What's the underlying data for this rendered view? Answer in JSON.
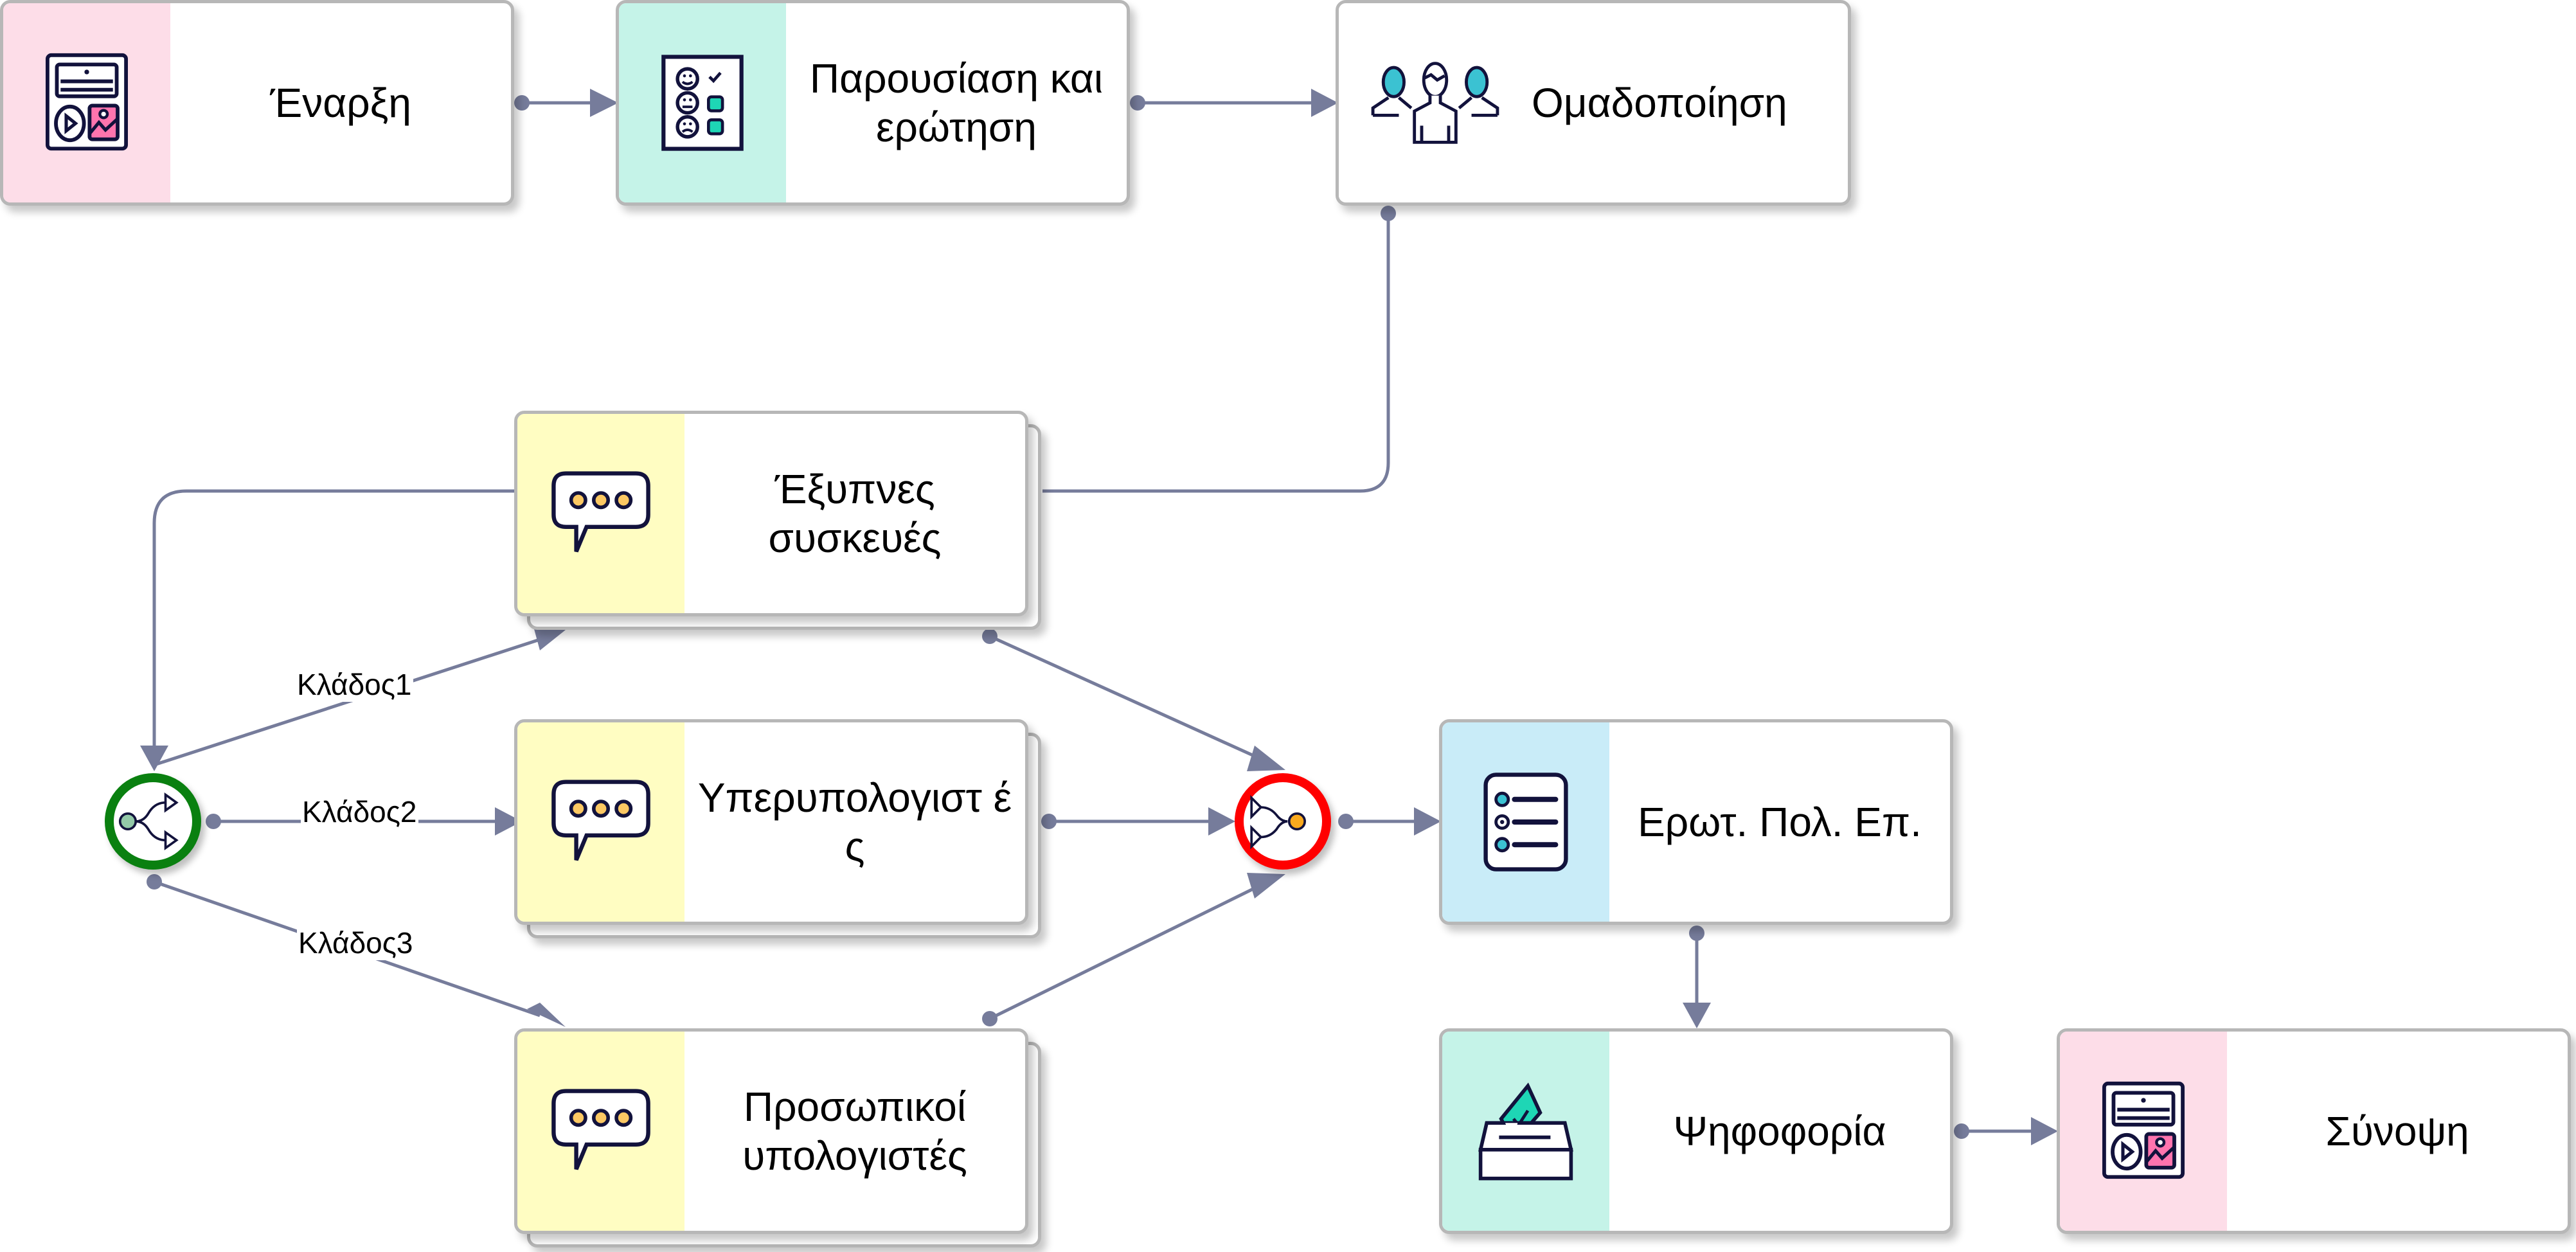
{
  "diagram": {
    "nodes": {
      "start": {
        "label": "Έναρξη",
        "icon": "content-page-icon",
        "color": "#fddde8"
      },
      "presentation": {
        "label": "Παρουσίαση και ερώτηση",
        "icon": "survey-checklist-icon",
        "color": "#c5f3e8"
      },
      "grouping": {
        "label": "Ομαδοποίηση",
        "icon": "group-users-icon",
        "color": "#ffffff"
      },
      "smart_devices": {
        "label": "Έξυπνες συσκευές",
        "icon": "chat-bubble-icon",
        "color": "#fffdc2"
      },
      "supercomputers": {
        "label": "Υπερυπολογιστ ές",
        "icon": "chat-bubble-icon",
        "color": "#fffdc2"
      },
      "personal_computers": {
        "label": "Προσωπικοί υπολογιστές",
        "icon": "chat-bubble-icon",
        "color": "#fffdc2"
      },
      "mcq": {
        "label": "Ερωτ. Πολ. Επ.",
        "icon": "multiple-choice-list-icon",
        "color": "#c9ecf8"
      },
      "voting": {
        "label": "Ψηφοφορία",
        "icon": "ballot-box-icon",
        "color": "#c5f3e8"
      },
      "summary": {
        "label": "Σύνοψη",
        "icon": "content-page-icon",
        "color": "#fddde8"
      }
    },
    "gateways": {
      "split": {
        "type": "branch",
        "border_color": "#0a8010"
      },
      "join": {
        "type": "merge",
        "border_color": "#ff0000"
      }
    },
    "edge_labels": {
      "branch1": "Κλάδος1",
      "branch2": "Κλάδος2",
      "branch3": "Κλάδος3"
    },
    "colors": {
      "connector": "#767c9b",
      "icon_stroke": "#12123c",
      "accent_teal": "#1ed6b5",
      "accent_pink": "#ff74ae",
      "accent_yellow": "#fcc863",
      "accent_cyan": "#3bc2d2"
    }
  }
}
